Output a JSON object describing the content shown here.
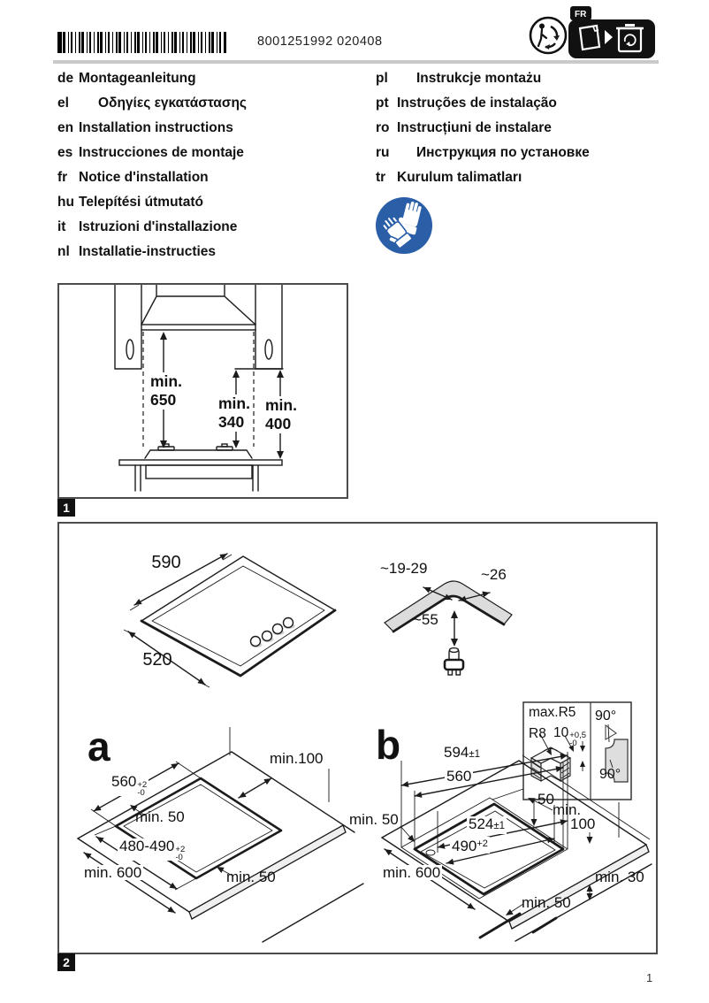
{
  "header": {
    "barcode_number": "8001251992 020408",
    "sorting_label": {
      "country_tag": "FR"
    }
  },
  "languages": {
    "left": [
      {
        "code": "de",
        "label": "Montageanleitung"
      },
      {
        "code": "el",
        "label": "Οδηγίες εγκατάστασης"
      },
      {
        "code": "en",
        "label": "Installation instructions"
      },
      {
        "code": "es",
        "label": "Instrucciones de montaje"
      },
      {
        "code": "fr",
        "label": "Notice d'installation"
      },
      {
        "code": "hu",
        "label": "Telepítési útmutató"
      },
      {
        "code": "it",
        "label": "Istruzioni d'installazione"
      },
      {
        "code": "nl",
        "label": "Installatie-instructies"
      }
    ],
    "right": [
      {
        "code": "pl",
        "label": "Instrukcje montażu"
      },
      {
        "code": "pt",
        "label": "Instruções de instalação"
      },
      {
        "code": "ro",
        "label": "Instrucțiuni de instalare"
      },
      {
        "code": "ru",
        "label": "Инструкция по установке"
      },
      {
        "code": "tr",
        "label": "Kurulum talimatları"
      }
    ]
  },
  "safety_icon": {
    "meaning": "wear-protective-gloves",
    "color": "#2a5fa8"
  },
  "figure1": {
    "badge": "1",
    "dims": {
      "hood_height": [
        "min.",
        "650"
      ],
      "mid_height": [
        "min.",
        "340"
      ],
      "right_height": [
        "min.",
        "400"
      ]
    }
  },
  "figure2": {
    "badge": "2",
    "iso": {
      "width": "590",
      "depth": "520"
    },
    "corner": {
      "left": "~19-29",
      "right": "~26",
      "below": "~55"
    },
    "inset": {
      "max_radius": "max.R5",
      "inner_radius": "R8",
      "depth_main": "10",
      "depth_sup": "+0,5",
      "depth_sub": "-0",
      "angle_top": "90°",
      "angle_bottom": "90°"
    },
    "a": {
      "letter": "a",
      "width_main": "560",
      "width_sup": "+2",
      "width_sub": "-0",
      "back_clearance": "min.100",
      "side_clearance": "min. 50",
      "depth_main": "480-490",
      "depth_sup": "+2",
      "depth_sub": "-0",
      "counter_depth": "min. 600",
      "front_clearance": "min. 50"
    },
    "b": {
      "letter": "b",
      "outer_width": "594",
      "outer_width_tol": "±1",
      "inner_width": "560",
      "outer_depth": "524",
      "outer_depth_tol": "±1",
      "inner_depth": "490",
      "inner_depth_sup": "+2",
      "left_clearance": "min. 50",
      "counter_depth": "min. 600",
      "edge_gap": "50",
      "right_clearance_1": "min.",
      "right_clearance_2": "100",
      "front_thickness": "min. 30",
      "front_clearance": "min. 50"
    }
  },
  "page_number": "1"
}
